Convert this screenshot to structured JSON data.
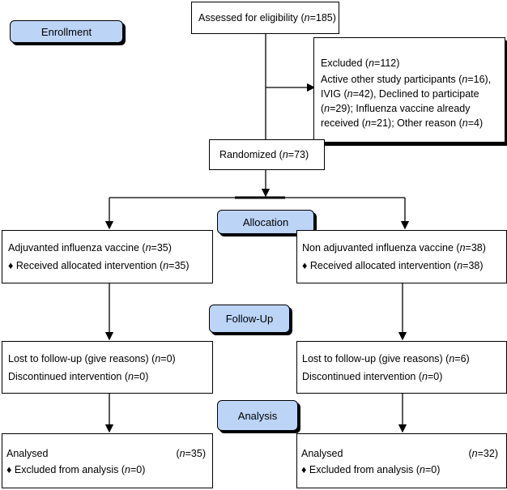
{
  "stages": {
    "enrollment": "Enrollment",
    "allocation": "Allocation",
    "follow_up": "Follow-Up",
    "analysis": "Analysis"
  },
  "assessed": "Assessed for eligibility (n=185)",
  "excluded": {
    "title": "Excluded (n=112)",
    "lines": [
      "Active other study participants (n=16),",
      "IVIG (n=42), Declined to participate",
      "(n=29); Influenza vaccine already",
      "received (n=21); Other reason (n=4)"
    ]
  },
  "randomized": "Randomized (n=73)",
  "left": {
    "allocation": [
      "Adjuvanted influenza vaccine (n=35)",
      "♦ Received allocated intervention (n=35)"
    ],
    "follow_up": [
      "Lost to follow-up (give reasons) (n=0)",
      "Discontinued intervention (n=0)"
    ],
    "analysis": {
      "label": "Analysed",
      "count": "(n=35)",
      "excluded": "♦ Excluded from analysis (n=0)"
    }
  },
  "right": {
    "allocation": [
      "Non adjuvanted influenza vaccine (n=38)",
      "♦ Received allocated intervention (n=38)"
    ],
    "follow_up": [
      "Lost to follow-up (give reasons) (n=6)",
      "Discontinued intervention (n=0)"
    ],
    "analysis": {
      "label": "Analysed",
      "count": "(n=32)",
      "excluded": "♦ Excluded from analysis (n=0)"
    }
  }
}
